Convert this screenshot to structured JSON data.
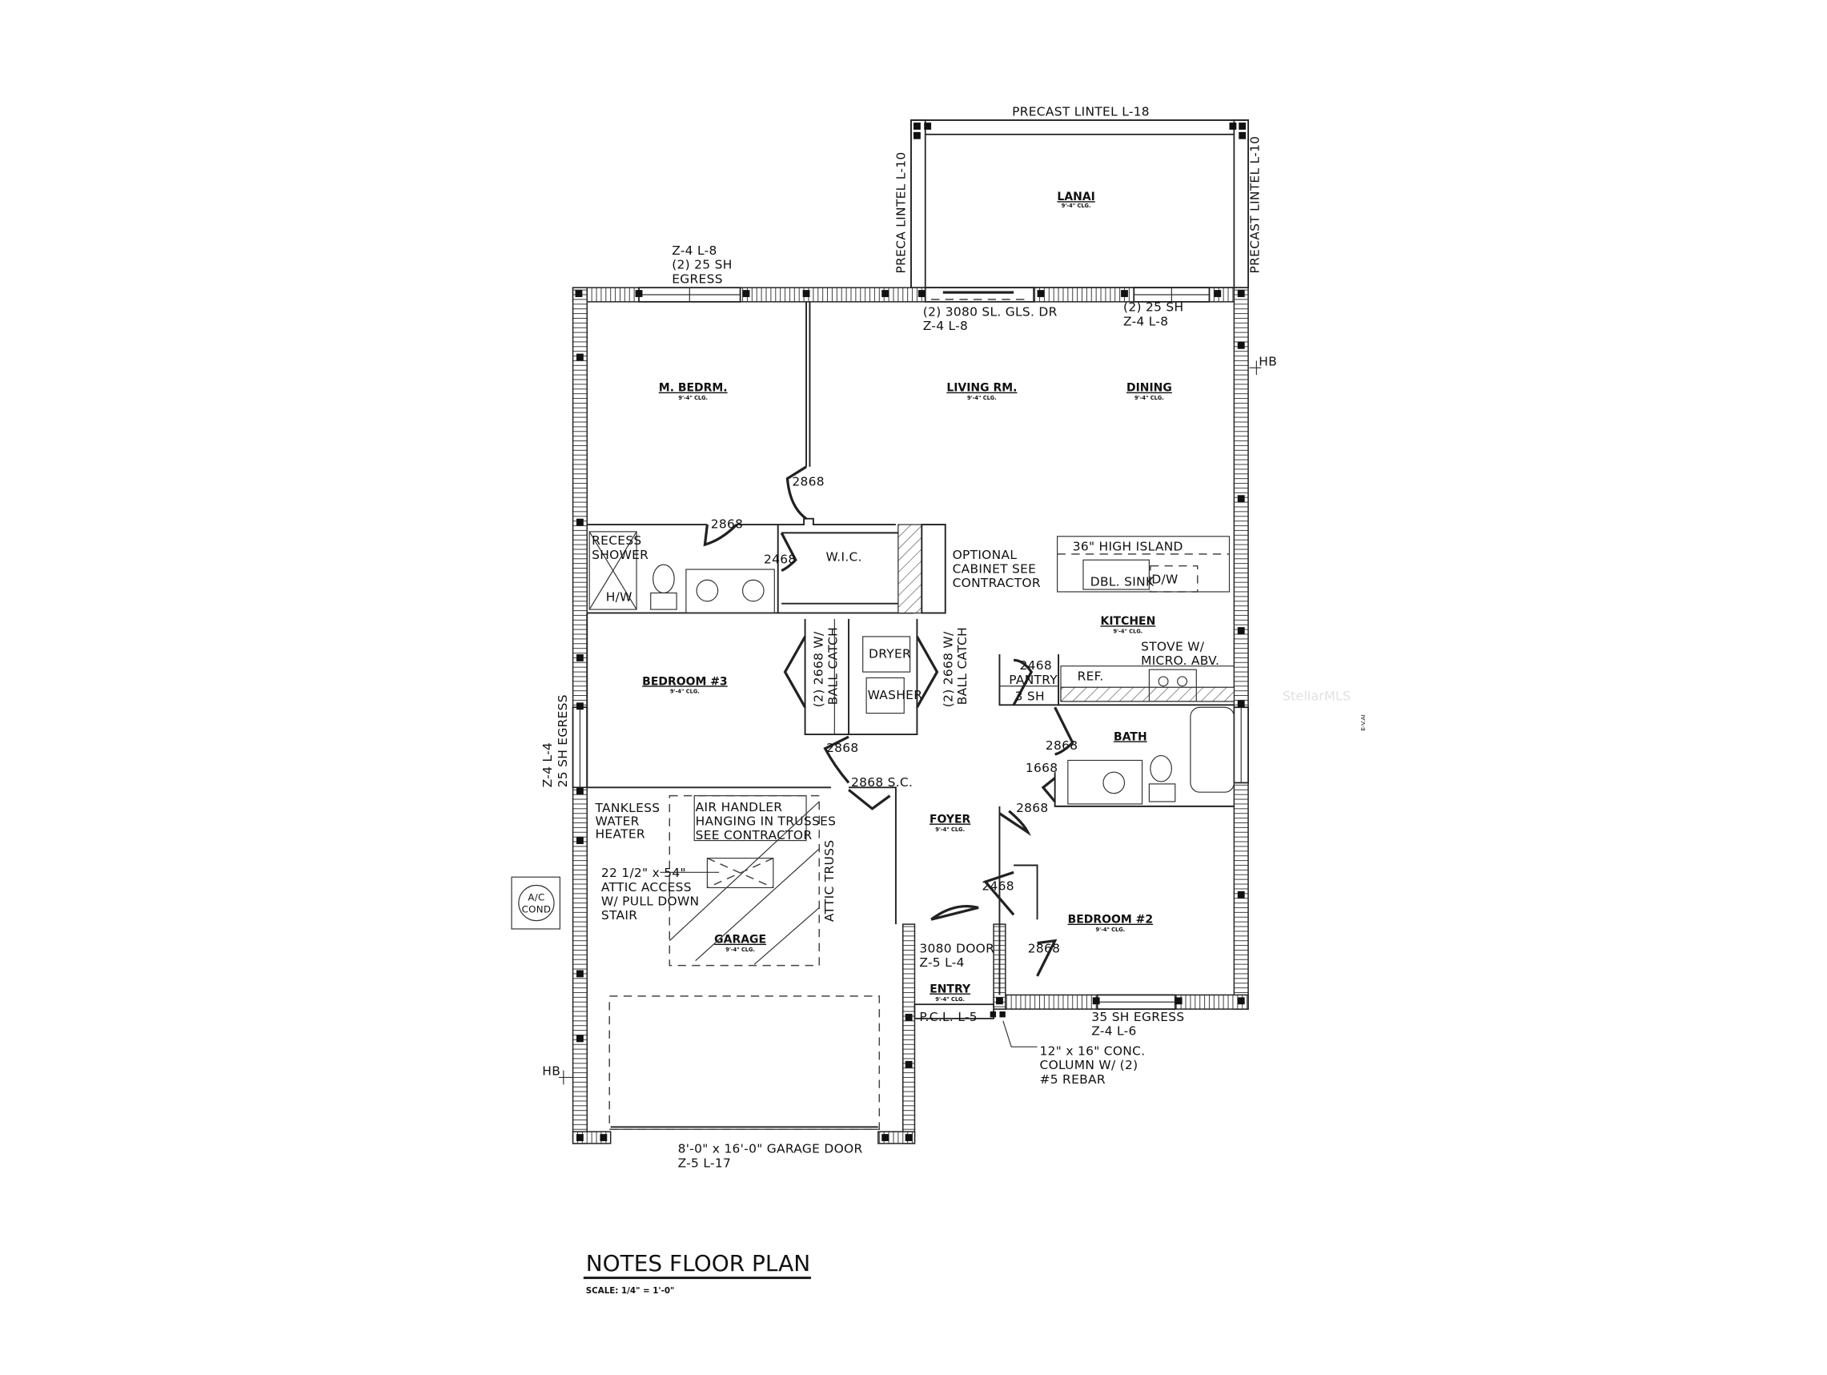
{
  "sheet": {
    "title": "NOTES FLOOR PLAN",
    "scale": "SCALE: 1/4\" = 1'-0\"",
    "watermark": "StellarMLS",
    "side_mark": "E-V.AI"
  },
  "ceiling": "9'-4\" CLG.",
  "rooms": {
    "lanai": "LANAI",
    "master_bedroom": "M. BEDRM.",
    "living_room": "LIVING RM.",
    "dining": "DINING",
    "kitchen": "KITCHEN",
    "bedroom3": "BEDROOM #3",
    "bedroom2": "BEDROOM #2",
    "bath": "BATH",
    "foyer": "FOYER",
    "entry": "ENTRY",
    "garage": "GARAGE",
    "wic": "W.I.C.",
    "pantry": "PANTRY"
  },
  "lintels": {
    "top": "PRECAST LINTEL L-18",
    "left": "PRECA   LINTEL L-10",
    "right": "PRECAST LINTEL L-10",
    "pcl": "P.C.L. L-5"
  },
  "windows": {
    "master_egress": [
      "Z-4  L-8",
      "(2) 25 SH",
      "EGRESS"
    ],
    "slider": [
      "(2) 3080 SL. GLS. DR",
      "Z-4  L-8"
    ],
    "dining_window": [
      "(2) 25 SH",
      "Z-4  L-8"
    ],
    "bed3_egress": [
      "Z-4  L-4",
      "25 SH EGRESS"
    ],
    "bed2_egress": [
      "35 SH EGRESS",
      "Z-4  L-6"
    ],
    "pantry_window": "3 SH"
  },
  "doors": {
    "mbed": "2868",
    "mbath": "2868",
    "wic": "2468",
    "bed3_closet": [
      "(2) 2668 W/",
      "BALL CATCH"
    ],
    "laundry": [
      "(2) 2668 W/",
      "BALL CATCH"
    ],
    "bed3": "2868",
    "garage": "2868 S.C.",
    "pantry": "2468",
    "bath": "2868",
    "linen": "1668",
    "bed2": "2868",
    "foyer_closet": "2468",
    "bed2_closet": "2868",
    "entry": [
      "3080 DOOR",
      "Z-5  L-4"
    ],
    "garage_door": [
      "8'-0\" x 16'-0\" GARAGE DOOR",
      "Z-5  L-17"
    ]
  },
  "fixtures": {
    "shower": [
      "RECESS",
      "SHOWER"
    ],
    "hw": "H/W",
    "cabinet_note": [
      "OPTIONAL",
      "CABINET SEE",
      "CONTRACTOR"
    ],
    "island": "36\" HIGH ISLAND",
    "sink": "DBL. SINK",
    "dw": "D/W",
    "stove": [
      "STOVE W/",
      "MICRO. ABV."
    ],
    "ref": "REF.",
    "dryer": "DRYER",
    "washer": "WASHER",
    "water_heater": [
      "TANKLESS",
      "WATER",
      "HEATER"
    ],
    "air_handler": [
      "AIR HANDLER",
      "HANGING IN TRUSSES",
      "SEE CONTRACTOR"
    ],
    "attic_access": [
      "22 1/2\" x 54\"",
      "ATTIC ACCESS",
      "W/ PULL DOWN",
      "STAIR"
    ],
    "attic_truss": "ATTIC TRUSS",
    "ac": [
      "A/C",
      "COND"
    ],
    "hose_bib": "HB",
    "column_note": [
      "12\" x 16\" CONC.",
      "COLUMN W/ (2)",
      "#5 REBAR"
    ]
  }
}
